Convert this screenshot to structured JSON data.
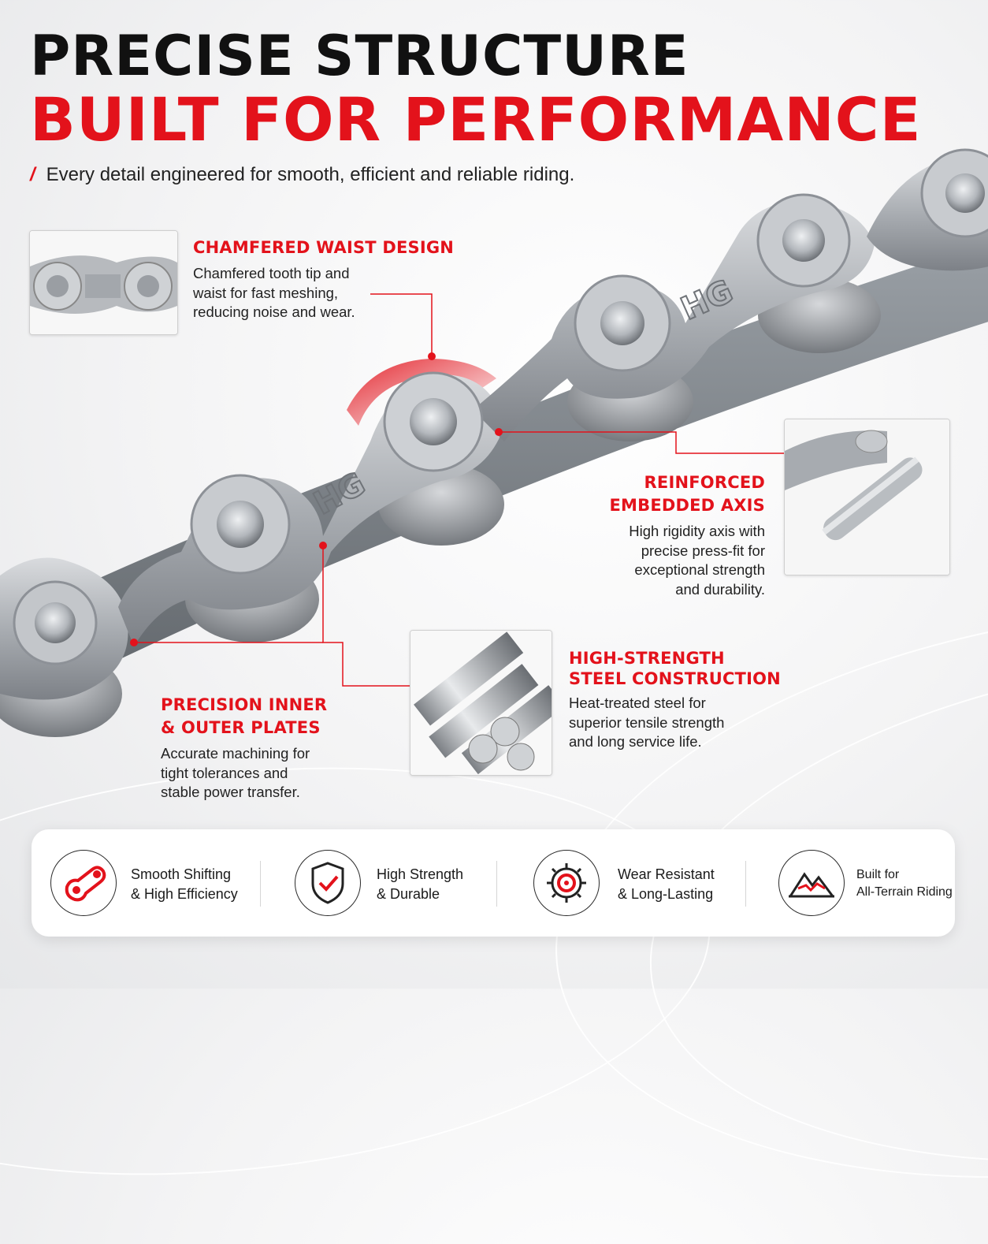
{
  "header": {
    "title_line1": "PRECISE STRUCTURE",
    "title_line2": "BUILT FOR PERFORMANCE",
    "subtitle_mark": "/",
    "subtitle": "Every detail engineered for smooth, efficient and reliable riding."
  },
  "chain": {
    "plate_mark": "HG"
  },
  "callouts": [
    {
      "title": "CHAMFERED WAIST DESIGN",
      "body_lines": [
        "Chamfered tooth tip and",
        "waist for fast meshing,",
        "reducing noise and wear."
      ]
    },
    {
      "title_lines": [
        "REINFORCED",
        "EMBEDDED AXIS"
      ],
      "body_lines": [
        "High rigidity axis with",
        "precise press-fit for",
        "exceptional strength",
        "and durability."
      ]
    },
    {
      "title_lines": [
        "HIGH-STRENGTH",
        "STEEL CONSTRUCTION"
      ],
      "body_lines": [
        "Heat-treated steel for",
        "superior tensile strength",
        "and long service life."
      ]
    },
    {
      "title_lines": [
        "PRECISION INNER",
        "& OUTER PLATES"
      ],
      "body_lines": [
        "Accurate machining for",
        "tight tolerances and",
        "stable power transfer."
      ]
    }
  ],
  "features": [
    {
      "icon": "chain-link-icon",
      "lines": [
        "Smooth Shifting",
        "& High Efficiency"
      ]
    },
    {
      "icon": "shield-check-icon",
      "lines": [
        "High Strength",
        "& Durable"
      ]
    },
    {
      "icon": "gear-icon",
      "lines": [
        "Wear Resistant",
        "& Long-Lasting"
      ]
    },
    {
      "icon": "mountain-icon",
      "lines": [
        "Built for",
        "All-Terrain Riding"
      ]
    }
  ],
  "colors": {
    "accent": "#e3121b",
    "text": "#111111",
    "steel": "#b9bcc0"
  }
}
